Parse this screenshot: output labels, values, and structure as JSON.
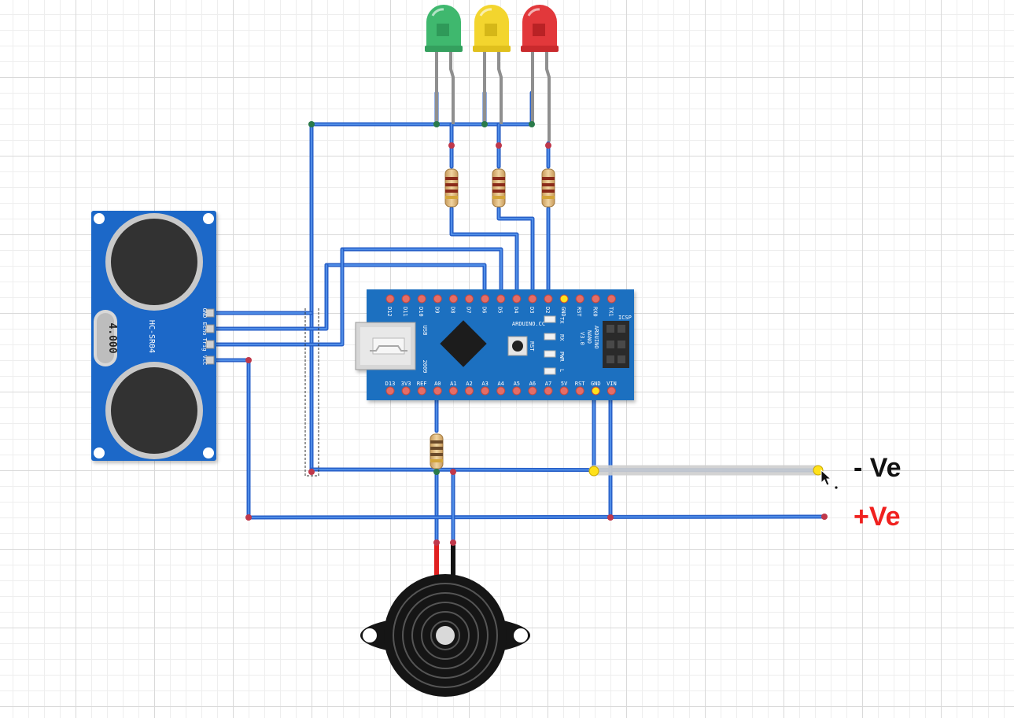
{
  "colors": {
    "wire": "#2860c8",
    "pcb": "#1f6fc0",
    "sensor_pcb": "#1b68c8",
    "led_green": "#3fb86e",
    "led_yellow": "#f3d52e",
    "led_red": "#e2383b",
    "negative_label": "#111111",
    "positive_label": "#f0211f"
  },
  "rails": {
    "negative_label": "- Ve",
    "positive_label": "+Ve"
  },
  "sensor": {
    "model": "HC-SR04",
    "crystal": "4.000",
    "pins": [
      "GND",
      "Echo",
      "Trig",
      "VCC"
    ]
  },
  "arduino": {
    "brand": "ARDUINO.CC",
    "model_lines": [
      "ARDUINO",
      "NANO",
      "V3.0"
    ],
    "year": "2009",
    "usb": "USB",
    "icsp": "ICSP",
    "reset_button": "RST",
    "led_labels": [
      "TX",
      "RX",
      "PWR",
      "L"
    ],
    "top_pins": [
      "D12",
      "D11",
      "D10",
      "D9",
      "D8",
      "D7",
      "D6",
      "D5",
      "D4",
      "D3",
      "D2",
      "GND",
      "RST",
      "RX0",
      "TX1"
    ],
    "bottom_pins": [
      "D13",
      "3V3",
      "REF",
      "A0",
      "A1",
      "A2",
      "A3",
      "A4",
      "A5",
      "A6",
      "A7",
      "5V",
      "RST",
      "GND",
      "VIN"
    ]
  },
  "leds": [
    {
      "color": "green"
    },
    {
      "color": "yellow"
    },
    {
      "color": "red"
    }
  ],
  "components": {
    "resistor_count": 4,
    "buzzer": "piezo-buzzer"
  }
}
